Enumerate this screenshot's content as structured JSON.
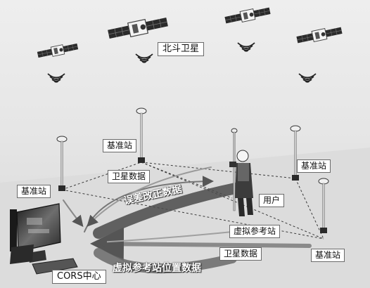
{
  "labels": {
    "beidou": "北斗卫星",
    "base_station_top": "基准站",
    "base_station_left": "基准站",
    "base_station_right_top": "基准站",
    "base_station_right_bottom": "基准站",
    "satellite_data_1": "卫星数据",
    "satellite_data_2": "卫星数据",
    "error_correction": "误差改正数据",
    "user": "用户",
    "virtual_station": "虚拟参考站",
    "virtual_station_position": "虚拟参考站位置数据",
    "cors_center": "CORS中心"
  },
  "colors": {
    "background": "#e9e9e9",
    "ground": "#d9d9d9",
    "label_bg": "#ffffff",
    "arrow": "#555555",
    "dashed": "#3a3a3a"
  }
}
